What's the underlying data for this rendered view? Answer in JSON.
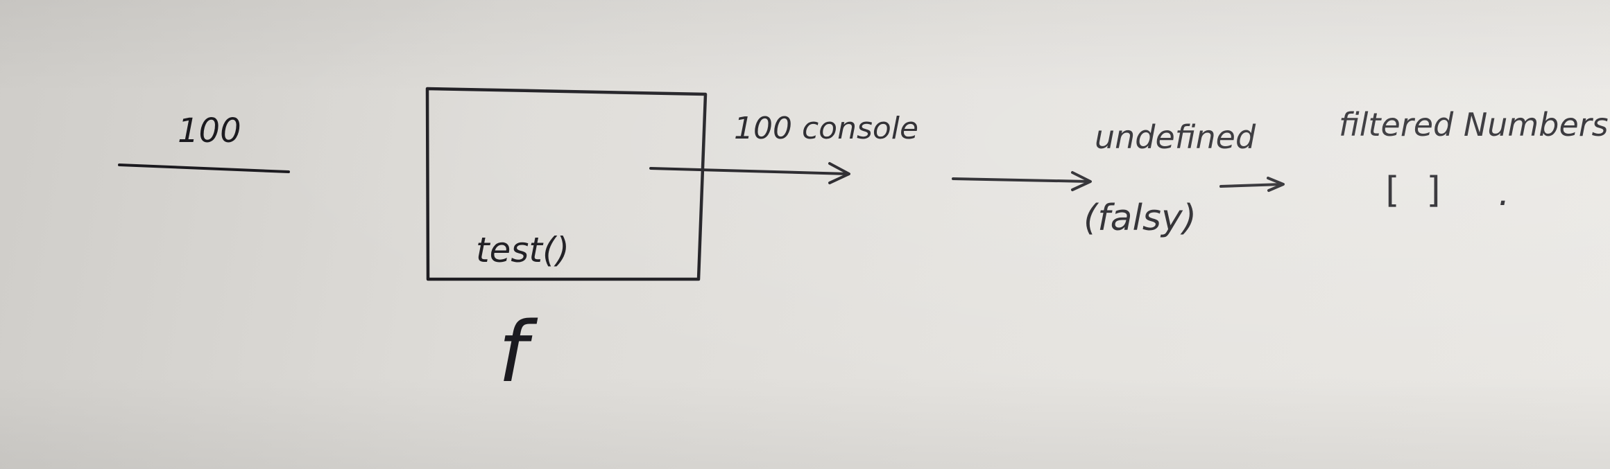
{
  "diagram": {
    "input_label": "100",
    "box_label": "test()",
    "box_sublabel": "f",
    "output_label": "100 console",
    "result_label": "undefined",
    "result_note": "(falsy)",
    "final_label": "filtered Numbers",
    "final_value": "[ ]",
    "final_dot": "."
  },
  "colors": {
    "ink": "#1b1a1f",
    "paper": "#e2e0dc"
  }
}
